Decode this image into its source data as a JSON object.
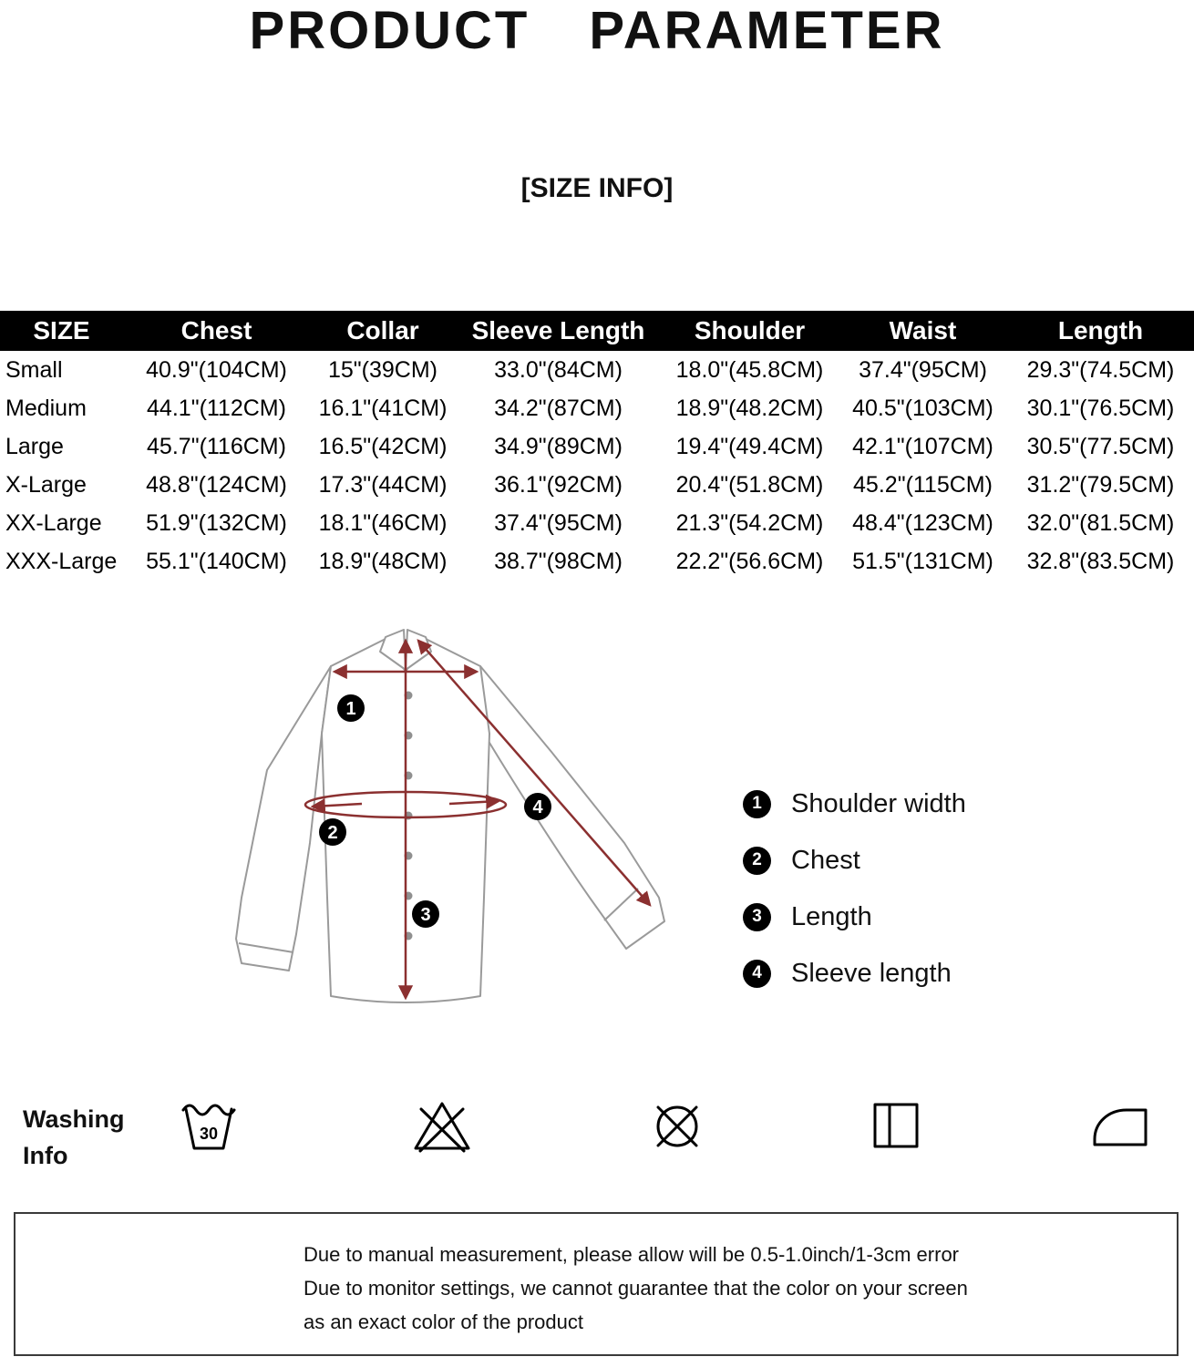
{
  "title": "PRODUCT PARAMETER",
  "subtitle": "[SIZE INFO]",
  "size_table": {
    "headers": [
      "SIZE",
      "Chest",
      "Collar",
      "Sleeve Length",
      "Shoulder",
      "Waist",
      "Length"
    ],
    "rows": [
      [
        "Small",
        "40.9\"(104CM)",
        "15\"(39CM)",
        "33.0\"(84CM)",
        "18.0\"(45.8CM)",
        "37.4\"(95CM)",
        "29.3\"(74.5CM)"
      ],
      [
        "Medium",
        "44.1\"(112CM)",
        "16.1\"(41CM)",
        "34.2\"(87CM)",
        "18.9\"(48.2CM)",
        "40.5\"(103CM)",
        "30.1\"(76.5CM)"
      ],
      [
        "Large",
        "45.7\"(116CM)",
        "16.5\"(42CM)",
        "34.9\"(89CM)",
        "19.4\"(49.4CM)",
        "42.1\"(107CM)",
        "30.5\"(77.5CM)"
      ],
      [
        "X-Large",
        "48.8\"(124CM)",
        "17.3\"(44CM)",
        "36.1\"(92CM)",
        "20.4\"(51.8CM)",
        "45.2\"(115CM)",
        "31.2\"(79.5CM)"
      ],
      [
        "XX-Large",
        "51.9\"(132CM)",
        "18.1\"(46CM)",
        "37.4\"(95CM)",
        "21.3\"(54.2CM)",
        "48.4\"(123CM)",
        "32.0\"(81.5CM)"
      ],
      [
        "XXX-Large",
        "55.1\"(140CM)",
        "18.9\"(48CM)",
        "38.7\"(98CM)",
        "22.2\"(56.6CM)",
        "51.5\"(131CM)",
        "32.8\"(83.5CM)"
      ]
    ]
  },
  "diagram": {
    "markers": {
      "shoulder": "1",
      "chest": "2",
      "length": "3",
      "sleeve": "4"
    },
    "legend": [
      {
        "num": "1",
        "label": "Shoulder width"
      },
      {
        "num": "2",
        "label": "Chest"
      },
      {
        "num": "3",
        "label": "Length"
      },
      {
        "num": "4",
        "label": "Sleeve length"
      }
    ]
  },
  "washing": {
    "label_line1": "Washing",
    "label_line2": "Info",
    "wash_temp": "30",
    "icons": [
      "machine-wash-30",
      "do-not-bleach",
      "do-not-dry-clean",
      "drip-dry",
      "iron"
    ]
  },
  "notes": {
    "line1": "Due to manual measurement, please allow will be 0.5-1.0inch/1-3cm error",
    "line2": "Due to monitor settings, we cannot guarantee that the color on your screen",
    "line3": "as an exact color of the product"
  },
  "colors": {
    "header_bg": "#000000",
    "header_text": "#ffffff",
    "measure_line": "#8b3030",
    "shirt_outline": "#9a9a9a"
  }
}
